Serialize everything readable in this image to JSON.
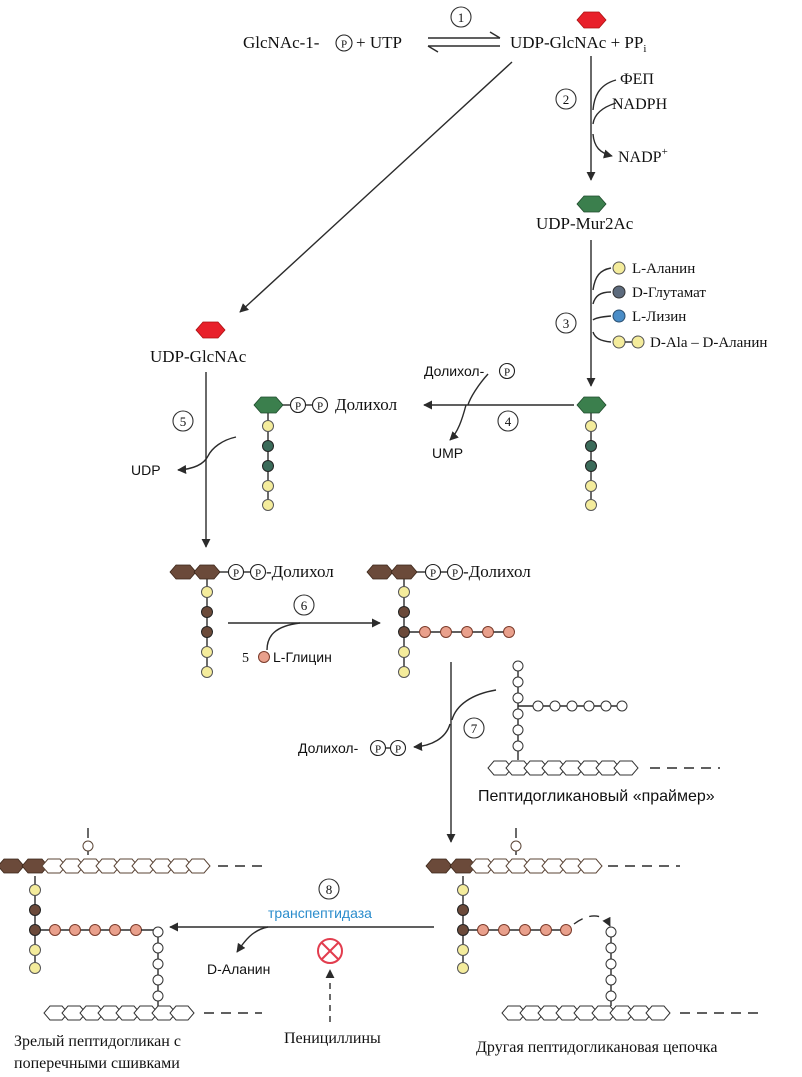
{
  "reaction1": {
    "left": "GlcNAc-1-",
    "p": "P",
    "plus_utp": "+ UTP",
    "right": "UDP-GlcNAc + PP",
    "right_sub": "i"
  },
  "steps": [
    "1",
    "2",
    "3",
    "4",
    "5",
    "6",
    "7",
    "8"
  ],
  "step2": {
    "fep": "ФЕП",
    "nadph": "NADPH",
    "nadp": "NADP",
    "nadp_sup": "+"
  },
  "udp_mur2ac": "UDP-Mur2Ac",
  "step3": {
    "l_alanine": "L-Аланин",
    "d_glutamate": "D-Глутамат",
    "l_lysine": "L-Лизин",
    "d_ala_d_ala": "D-Ala – D-Аланин"
  },
  "udp_glcnac": "UDP-GlcNAc",
  "step4": {
    "dolichol_p": "Долихол-",
    "dolichol": "Долихол",
    "ump": "UMP"
  },
  "step5": {
    "udp": "UDP"
  },
  "dolichol_label": "-Долихол",
  "step6": {
    "count": "5",
    "glycine": "L-Глицин"
  },
  "step7": {
    "dolichol_pp": "Долихол-",
    "primer": "Пептидогликановый «праймер»"
  },
  "step8": {
    "transpeptidase": "транспептидаза",
    "d_alanine": "D-Аланин",
    "penicillins": "Пенициллины"
  },
  "bottom": {
    "mature_line1": "Зрелый пептидогликан с",
    "mature_line2": "поперечными сшивками",
    "other_chain": "Другая пептидогликановая цепочка"
  },
  "colors": {
    "glcnac_red": "#e8202a",
    "mur2ac_green": "#3b7f4d",
    "sugar_brown": "#6b4a3a",
    "ala_yellow": "#f4ec9c",
    "glu_gray": "#5d6b7d",
    "lys_blue": "#4a8dc7",
    "gly_pink": "#e9a08c",
    "transpeptidase_blue": "#2a8ccc",
    "inhibit_red": "#e23d4e"
  }
}
